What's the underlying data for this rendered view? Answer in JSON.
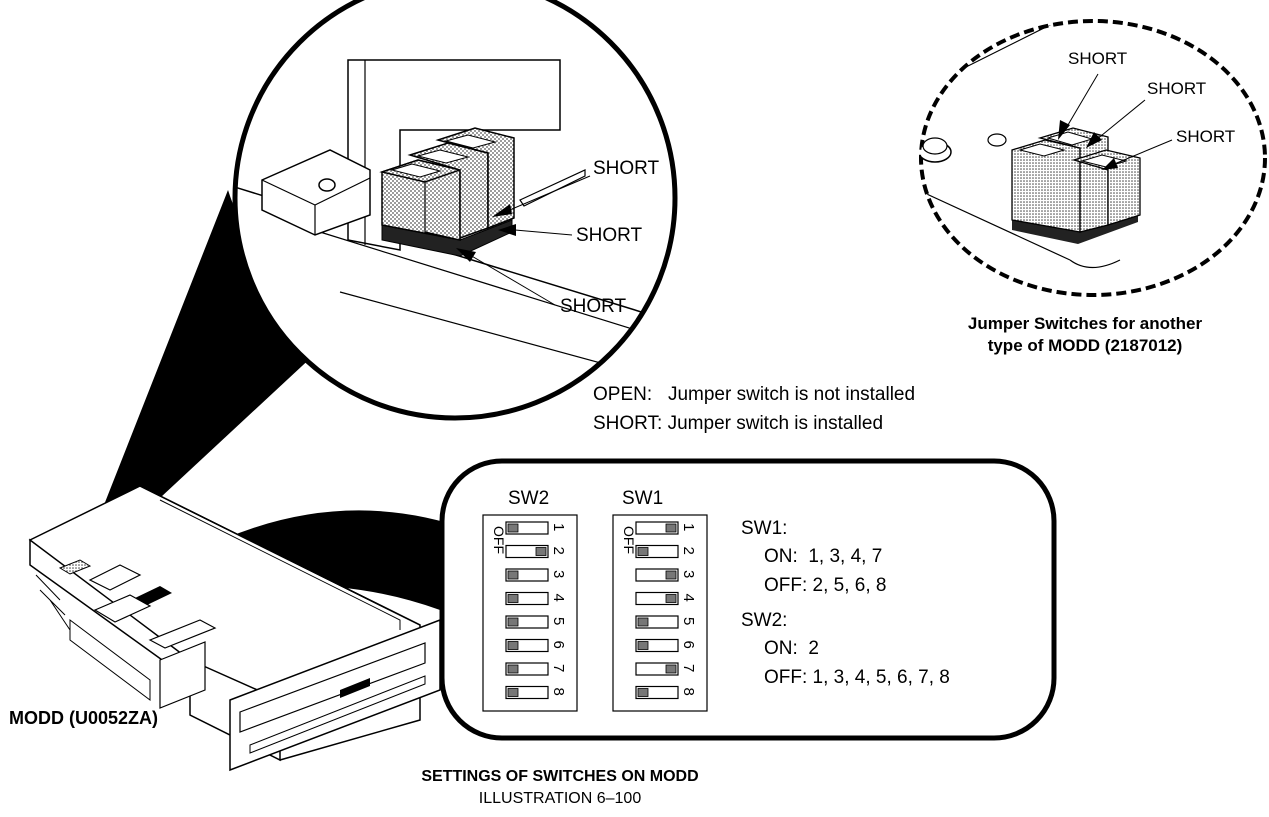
{
  "magnifier": {
    "labels": [
      "SHORT",
      "SHORT",
      "SHORT"
    ]
  },
  "alt_jumper": {
    "labels": [
      "SHORT",
      "SHORT",
      "SHORT"
    ],
    "caption_line1": "Jumper Switches for another",
    "caption_line2": "type of MODD (2187012)"
  },
  "legend": {
    "open": "OPEN:   Jumper switch is not installed",
    "short": "SHORT: Jumper switch is installed"
  },
  "dip_panel": {
    "sw2_title": "SW2",
    "sw1_title": "SW1",
    "off_label": "OFF",
    "sw2_states": [
      "off",
      "on",
      "off",
      "off",
      "off",
      "off",
      "off",
      "off"
    ],
    "sw1_states": [
      "on",
      "off",
      "on",
      "on",
      "off",
      "off",
      "on",
      "off"
    ],
    "numbers": [
      "1",
      "2",
      "3",
      "4",
      "5",
      "6",
      "7",
      "8"
    ],
    "settings": {
      "sw1_head": "SW1:",
      "sw1_on": "ON:  1, 3, 4, 7",
      "sw1_off": "OFF: 2, 5, 6, 8",
      "sw2_head": "SW2:",
      "sw2_on": "ON:  2",
      "sw2_off": "OFF: 1, 3, 4, 5, 6, 7, 8"
    }
  },
  "device": {
    "label": "MODD (U0052ZA)"
  },
  "caption": {
    "title": "SETTINGS OF SWITCHES ON MODD",
    "subtitle": "ILLUSTRATION 6–100"
  }
}
